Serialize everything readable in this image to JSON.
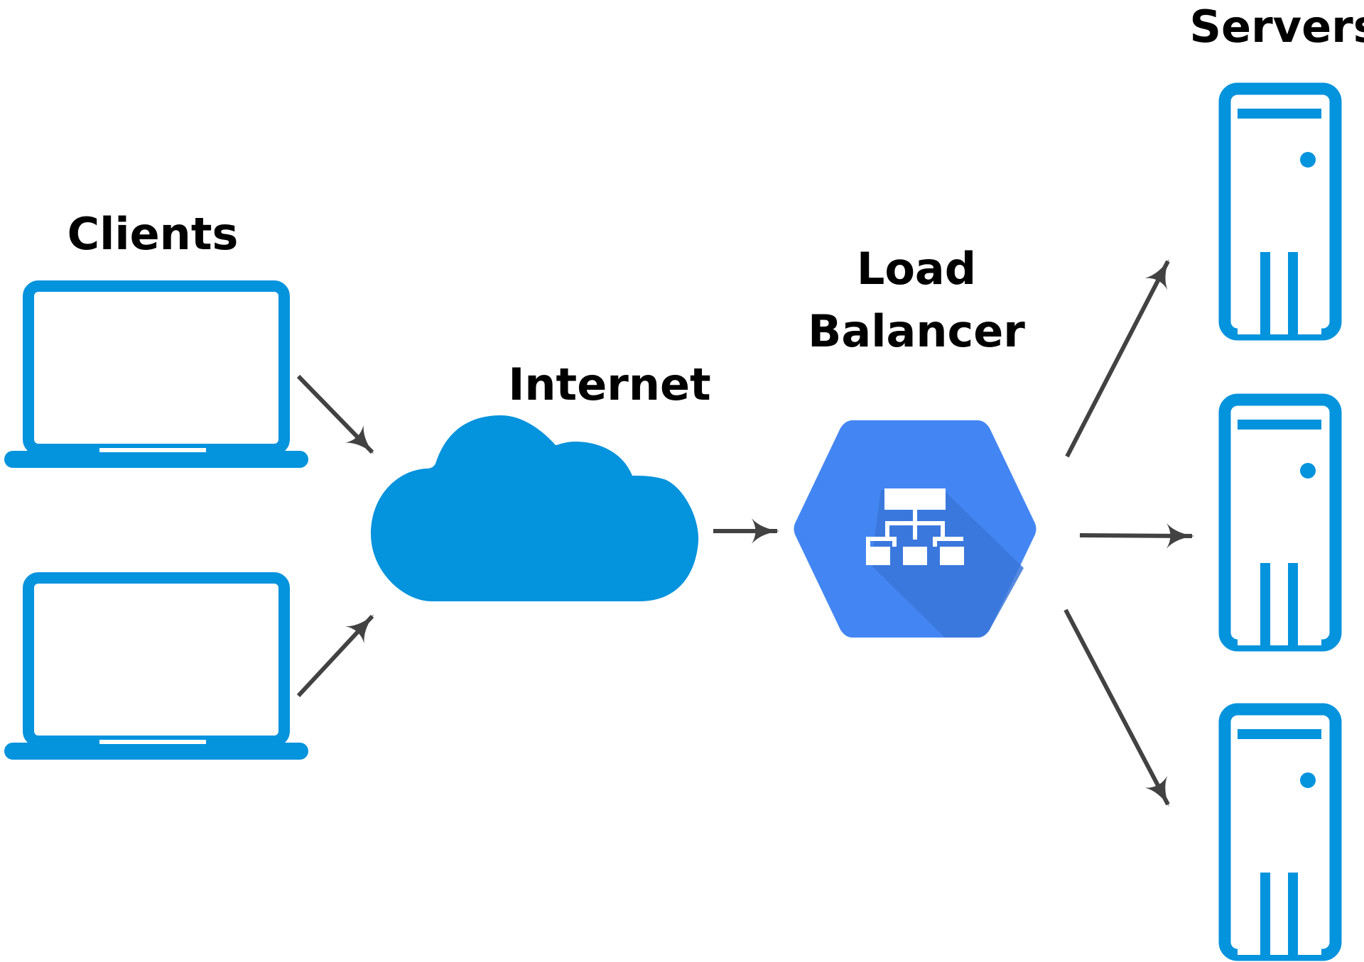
{
  "labels": {
    "clients": "Clients",
    "internet": "Internet",
    "load_balancer_line1": "Load",
    "load_balancer_line2": "Balancer",
    "servers": "Servers"
  },
  "nodes": {
    "clients": [
      {
        "icon": "laptop-icon"
      },
      {
        "icon": "laptop-icon"
      }
    ],
    "internet": {
      "icon": "cloud-icon"
    },
    "load_balancer": {
      "icon": "load-balancer-hexagon-icon"
    },
    "servers": [
      {
        "icon": "server-tower-icon"
      },
      {
        "icon": "server-tower-icon"
      },
      {
        "icon": "server-tower-icon"
      }
    ]
  },
  "connections": [
    {
      "from": "client-1",
      "to": "internet"
    },
    {
      "from": "client-2",
      "to": "internet"
    },
    {
      "from": "internet",
      "to": "load-balancer"
    },
    {
      "from": "load-balancer",
      "to": "server-1"
    },
    {
      "from": "load-balancer",
      "to": "server-2"
    },
    {
      "from": "load-balancer",
      "to": "server-3"
    }
  ],
  "colors": {
    "device_blue": "#0493dd",
    "cloud_blue": "#0493dd",
    "hexagon_blue": "#4386f3",
    "hexagon_shadow": "#3a76d8",
    "arrow": "#424242",
    "text": "#000000"
  }
}
